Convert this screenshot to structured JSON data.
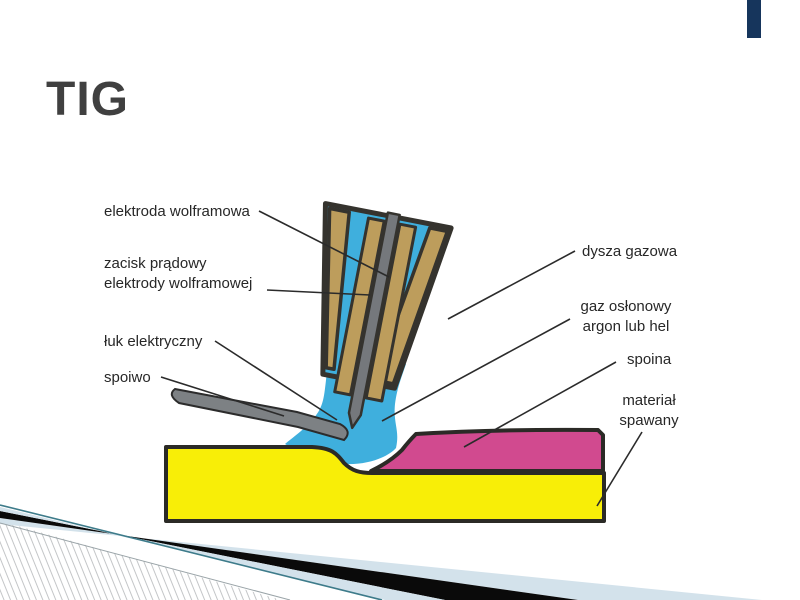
{
  "slide": {
    "title": "TIG"
  },
  "diagram": {
    "labels": {
      "elektroda": "elektroda wolframowa",
      "zacisk_line1": "zacisk prądowy",
      "zacisk_line2": "elektrody wolframowej",
      "luk": "łuk elektryczny",
      "spoiwo": "spoiwo",
      "dysza": "dysza gazowa",
      "gaz_line1": "gaz osłonowy",
      "gaz_line2": "argon lub hel",
      "spoina": "spoina",
      "material_line1": "materiał",
      "material_line2": "spawany"
    }
  },
  "colors": {
    "torch_blue": "#3fafdd",
    "clamp_tan": "#bd9d5c",
    "electrode_gray": "#75787c",
    "filler_gray": "#7d8184",
    "weld_pink": "#d14a8f",
    "workpiece_yellow": "#f8ee07",
    "outline_dark": "#2b2a26",
    "accent_navy": "#16355c",
    "deco_light_blue": "#d3e2eb",
    "deco_black": "#0a0a0a",
    "deco_teal_line": "#3d7b8a",
    "title_gray": "#404040"
  }
}
